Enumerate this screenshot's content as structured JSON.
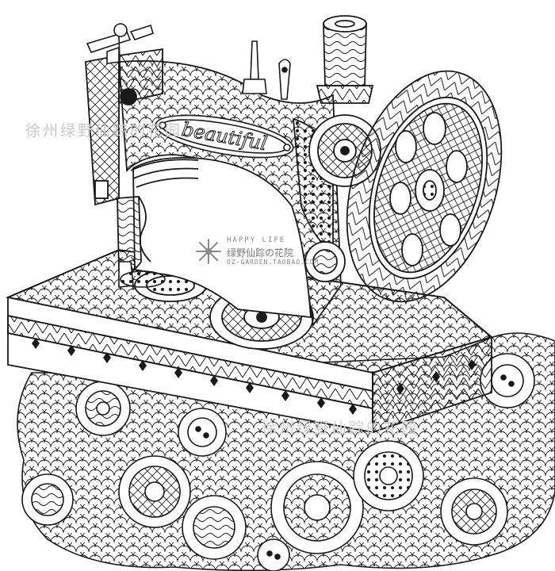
{
  "illustration": {
    "subject": "sewing-machine",
    "nameplate_text": "beautiful",
    "colors": {
      "line": "#1a1a1a",
      "background": "#ffffff",
      "watermark": "#c9c9c9"
    }
  },
  "watermarks": {
    "top_text": "徐州绿野仙踪的花园",
    "logo_line1": "HAPPY LIFE",
    "logo_line2": "绿野仙踪の花院",
    "logo_line3": "OZ-GARDEN.TAOBAO.COM",
    "middle_text": "徐州绿野仙踪的花园"
  }
}
